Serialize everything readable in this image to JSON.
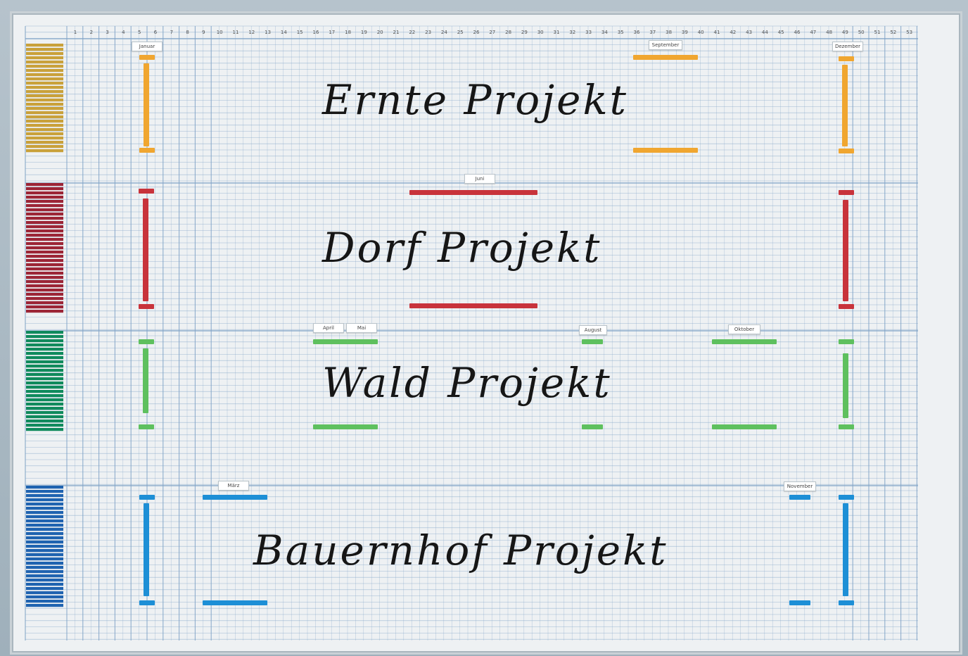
{
  "board": {
    "projects": [
      {
        "label": "Ernte Projekt",
        "color": "#f0a630"
      },
      {
        "label": "Dorf Projekt",
        "color": "#c8333b"
      },
      {
        "label": "Wald Projekt",
        "color": "#5ec05e"
      },
      {
        "label": "Bauernhof Projekt",
        "color": "#1d8fd6"
      }
    ],
    "month_tags": [
      "Januar",
      "September",
      "Dezember",
      "Juni",
      "April",
      "Mai",
      "August",
      "Oktober",
      "März",
      "November"
    ],
    "week_numbers": [
      "1",
      "2",
      "3",
      "4",
      "5",
      "6",
      "7",
      "8",
      "9",
      "10",
      "11",
      "12",
      "13",
      "14",
      "15",
      "16",
      "17",
      "18",
      "19",
      "20",
      "21",
      "22",
      "23",
      "24",
      "25",
      "26",
      "27",
      "28",
      "29",
      "30",
      "31",
      "32",
      "33",
      "34",
      "35",
      "36",
      "37",
      "38",
      "39",
      "40",
      "41",
      "42",
      "43",
      "44",
      "45",
      "46",
      "47",
      "48",
      "49",
      "50",
      "51",
      "52",
      "53"
    ],
    "colors": {
      "grid_blue": "#7fa2c6",
      "board_bg": "#eef1f3",
      "stripe_yellow": "#c9a13a",
      "stripe_red": "#9c2536",
      "stripe_green": "#0f8a5c",
      "stripe_blue": "#1f63b0"
    }
  }
}
